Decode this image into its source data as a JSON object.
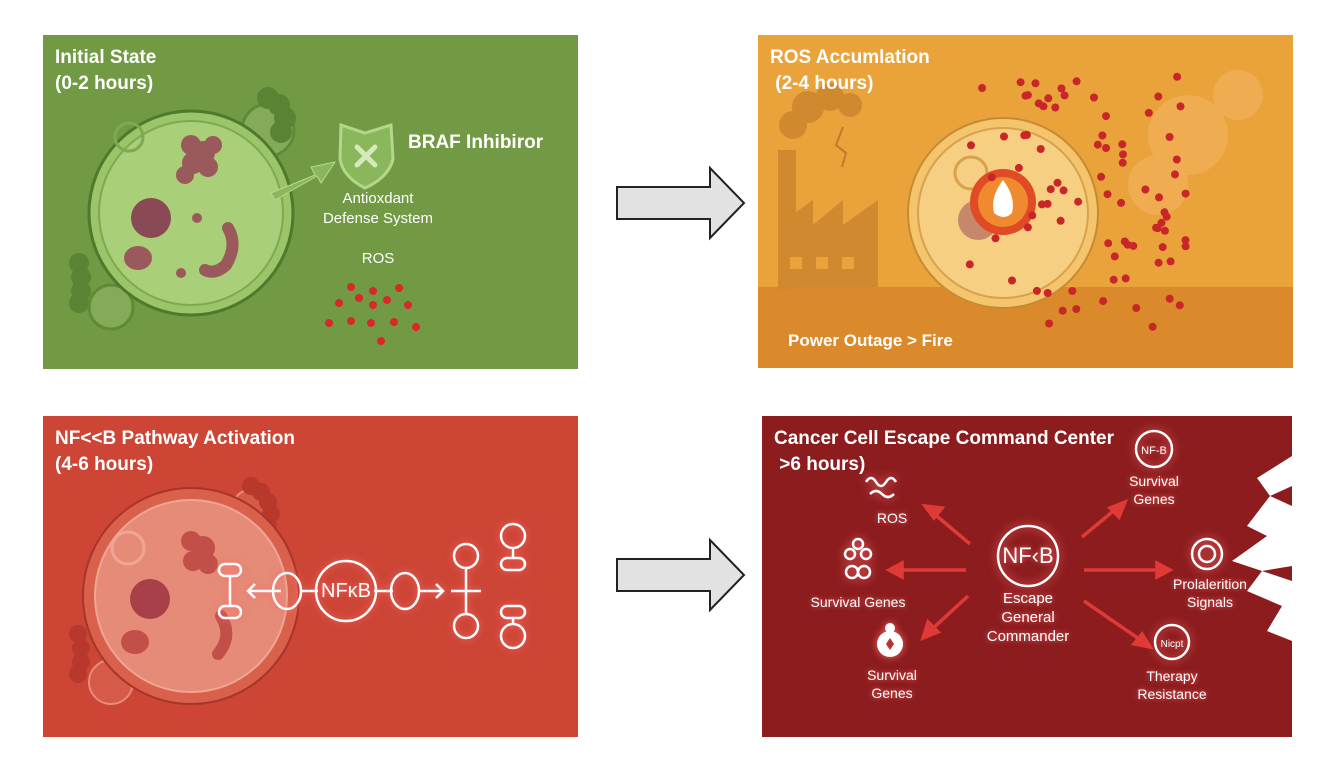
{
  "colors": {
    "stage1_bg": "#729a45",
    "stage2_bg": "#eaa23a",
    "stage3_bg": "#cc4535",
    "stage4_bg": "#8c1c1e",
    "ros_particle": "#d8282a",
    "arrow_fill": "#e2e2e2"
  },
  "stages": [
    {
      "title": "Initial State",
      "subtitle": "(0-2 hours)",
      "labels": {
        "braf": "BRAF Inhibiror",
        "antioxidant_1": "Antioxdant",
        "antioxidant_2": "Defense System",
        "ros": "ROS"
      }
    },
    {
      "title": "ROS Accumlation",
      "subtitle": " (2-4 hours)",
      "labels": {
        "caption": "Power Outage > Fire"
      }
    },
    {
      "title": "NF<<B Pathway Activation",
      "subtitle": "(4-6 hours)",
      "labels": {
        "hub": "NFκB"
      }
    },
    {
      "title": "Cancer Cell Escape Command Center",
      "subtitle": " >6 hours)",
      "labels": {
        "hub": "NF‹B",
        "hub_caption_1": "Escape",
        "hub_caption_2": "General",
        "hub_caption_3": "Commander",
        "ros": "ROS",
        "survival_left": "Survival Genes",
        "survival_bottom_1": "Survival",
        "survival_bottom_2": "Genes",
        "survival_top_1": "Survival",
        "survival_top_2": "Genes",
        "survival_top_icon": "NF-B",
        "prolif_1": "Prolalerition",
        "prolif_2": "Signals",
        "therapy_1": "Therapy",
        "therapy_2": "Resistance",
        "therapy_icon": "Nicpt"
      }
    }
  ],
  "transitions": [
    {
      "from": "stage-1",
      "to": "stage-2",
      "icon": "right-arrow-icon"
    },
    {
      "from": "stage-3",
      "to": "stage-4",
      "icon": "right-arrow-icon"
    }
  ]
}
